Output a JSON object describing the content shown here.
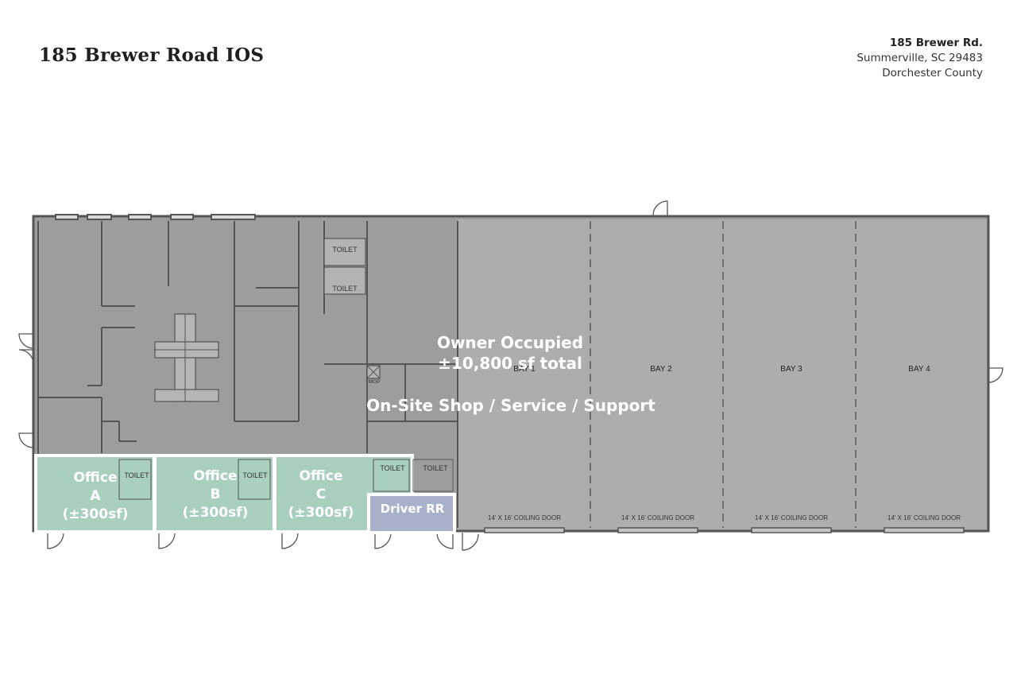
{
  "header": {
    "title": "185 Brewer Road IOS",
    "address_line1": "185 Brewer Rd.",
    "address_line2": "Summerville, SC 29483",
    "address_line3": "Dorchester County"
  },
  "plan": {
    "owner_label_1": "Owner Occupied",
    "owner_label_2": "±10,800 sf total",
    "shop_label": "On-Site Shop / Service / Support",
    "bays": [
      {
        "label": "BAY 1"
      },
      {
        "label": "BAY 2"
      },
      {
        "label": "BAY 3"
      },
      {
        "label": "BAY 4"
      }
    ],
    "door_label": "14' X 16' COILING DOOR",
    "offices": [
      {
        "line1": "Office",
        "line2": "A",
        "line3": "(±300sf)"
      },
      {
        "line1": "Office",
        "line2": "B",
        "line3": "(±300sf)"
      },
      {
        "line1": "Office",
        "line2": "C",
        "line3": "(±300sf)"
      }
    ],
    "driver_rr": "Driver RR",
    "toilet": "TOILET",
    "mop": "MOP",
    "colors": {
      "building": "#9d9d9d",
      "bays": "#adadad",
      "office": "#a9cfbd",
      "driver_rr": "#a7b2ca",
      "wall": "#555555",
      "highlight_border": "#ffffff"
    }
  }
}
